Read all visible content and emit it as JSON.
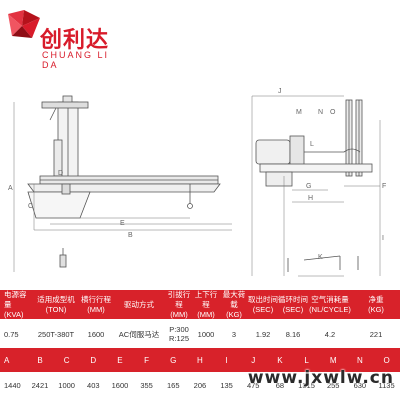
{
  "brand": {
    "name": "创利达",
    "subtitle": "CHUANG LI DA",
    "color": "#d81b2a"
  },
  "front_view": {
    "dimension_labels": [
      "A",
      "B",
      "C",
      "D",
      "E"
    ]
  },
  "side_view": {
    "dimension_labels": [
      "J",
      "M",
      "N",
      "O",
      "L",
      "K",
      "H",
      "G",
      "F",
      "I"
    ]
  },
  "spec_table": {
    "header_color": "#d8222a",
    "headers": [
      [
        "电源容量",
        "(KVA)"
      ],
      [
        "适用成型机",
        "(TON)"
      ],
      [
        "横行行程",
        "(MM)"
      ],
      [
        "驱动方式",
        ""
      ],
      [
        "引拔行程",
        "(MM)"
      ],
      [
        "上下行程",
        "(MM)"
      ],
      [
        "最大荷载",
        "(KG)"
      ],
      [
        "取出时间",
        "(SEC)"
      ],
      [
        "循环时间",
        "(SEC)"
      ],
      [
        "空气消耗量",
        "(NL/CYCLE)"
      ],
      [
        "净重",
        "(KG)"
      ]
    ],
    "values": [
      "0.75",
      "250T-380T",
      "1600",
      "AC伺服马达",
      "P:300\nR:125",
      "1000",
      "3",
      "1.92",
      "8.16",
      "4.2",
      "221"
    ],
    "dimension_letters": [
      "A",
      "B",
      "C",
      "D",
      "E",
      "F",
      "G",
      "H",
      "I",
      "J",
      "K",
      "L",
      "M",
      "N",
      "O"
    ],
    "dimension_values": [
      "1440",
      "2421",
      "1000",
      "403",
      "1600",
      "355",
      "165",
      "206",
      "135",
      "475",
      "68",
      "1315",
      "255",
      "630",
      "1135"
    ]
  },
  "watermark": "www.jxwlw.cn"
}
